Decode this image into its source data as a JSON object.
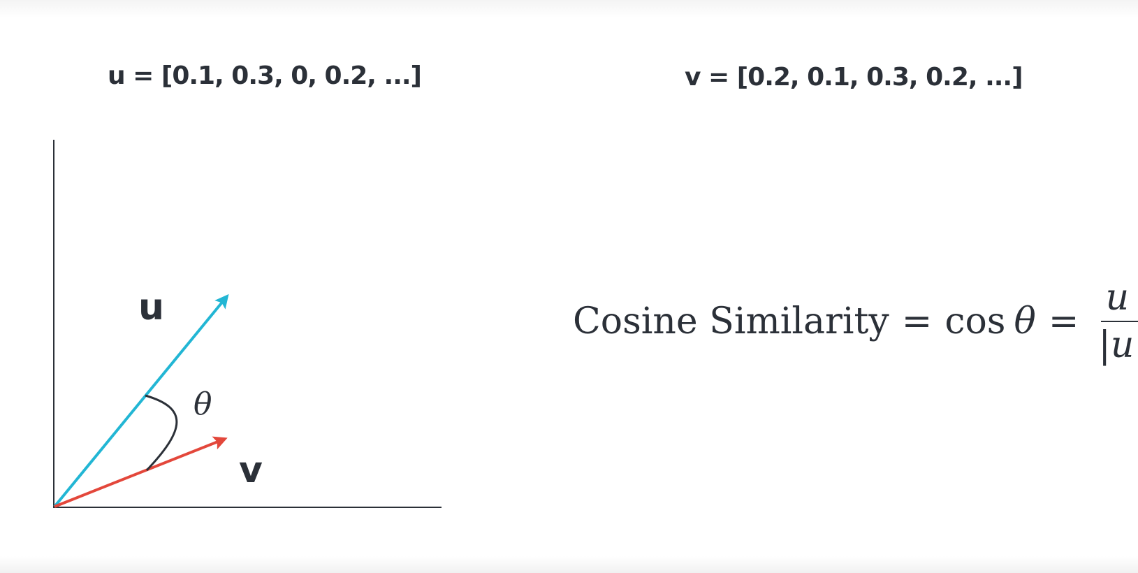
{
  "vectors": {
    "u_text": "u = [0.1, 0.3, 0, 0.2, ...]",
    "v_text": "v = [0.2, 0.1, 0.3, 0.2, ...]"
  },
  "diagram": {
    "u_label": "u",
    "v_label": "v",
    "angle_label": "θ",
    "colors": {
      "u": "#22b6d4",
      "v": "#e3473b",
      "axes": "#2b3038"
    }
  },
  "formula": {
    "lhs": "Cosine Similarity",
    "equals": "=",
    "cos": "cos",
    "theta": "θ",
    "numerator": "u · v",
    "denominator": "|u||v|"
  }
}
